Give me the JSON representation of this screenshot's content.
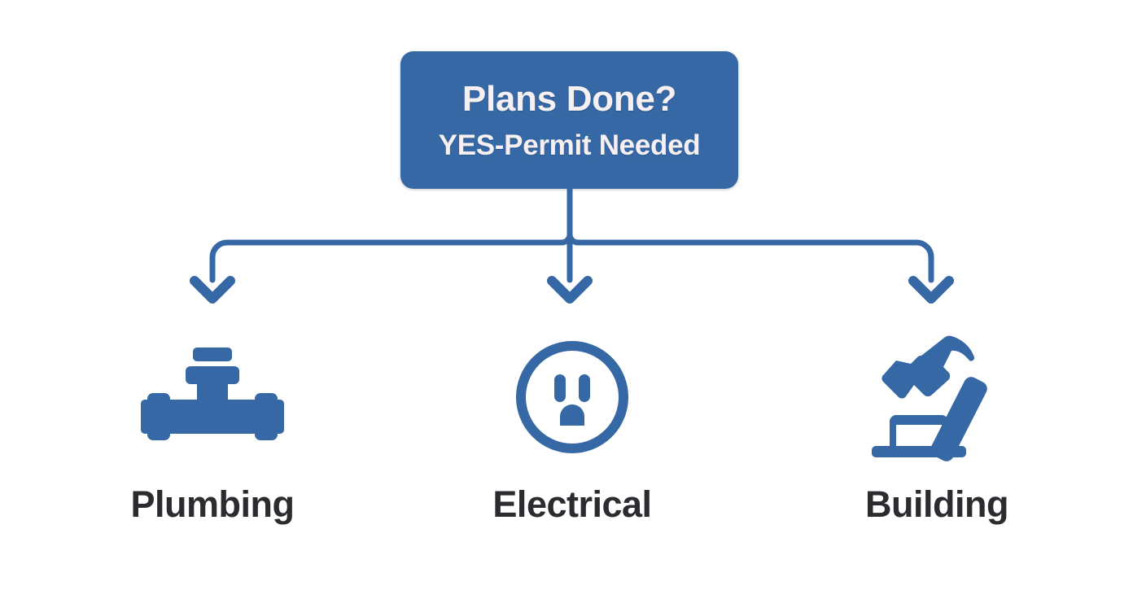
{
  "diagram": {
    "type": "flowchart",
    "title": "Permit requirement decision tree",
    "background_color": "#ffffff",
    "accent_color": "#3568a4",
    "label_color": "#2b2b30",
    "box_text_color": "#f6f0f2"
  },
  "decision": {
    "title": "Plans Done?",
    "subtitle": "YES-Permit Needed",
    "shape": "rounded-rectangle",
    "fill": "#3568a4"
  },
  "connector": {
    "style": "orthogonal-bus-with-arrows",
    "arrow_count": 3,
    "color": "#3568a4"
  },
  "branches": [
    {
      "id": "plumbing",
      "label": "Plumbing",
      "icon": "pipe-valve-icon"
    },
    {
      "id": "electrical",
      "label": "Electrical",
      "icon": "electrical-outlet-icon"
    },
    {
      "id": "building",
      "label": "Building",
      "icon": "hammer-building-icon"
    }
  ]
}
